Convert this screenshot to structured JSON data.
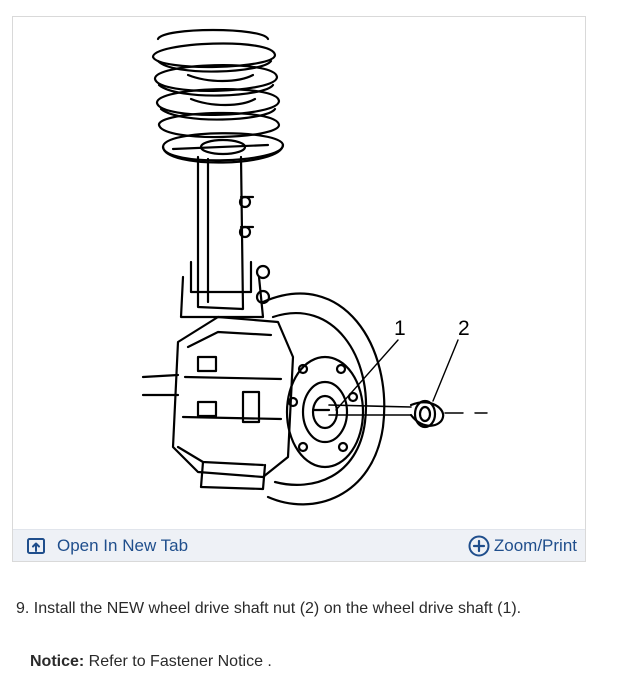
{
  "figure": {
    "callouts": [
      {
        "label": "1"
      },
      {
        "label": "2"
      }
    ],
    "toolbar": {
      "open_tab_label": "Open In New Tab",
      "zoom_label": "Zoom/Print",
      "open_tab_icon": "open-external-icon",
      "zoom_icon": "zoom-plus-icon"
    }
  },
  "instructions": {
    "step_text": "9. Install the NEW wheel drive shaft nut (2) on the wheel drive shaft (1).",
    "notice_label": "Notice:",
    "notice_text": " Refer to Fastener Notice ."
  },
  "colors": {
    "link": "#1f4e8c",
    "toolbar_bg": "#eef1f6",
    "border": "#d9d9d9",
    "text": "#2a2a2a"
  }
}
